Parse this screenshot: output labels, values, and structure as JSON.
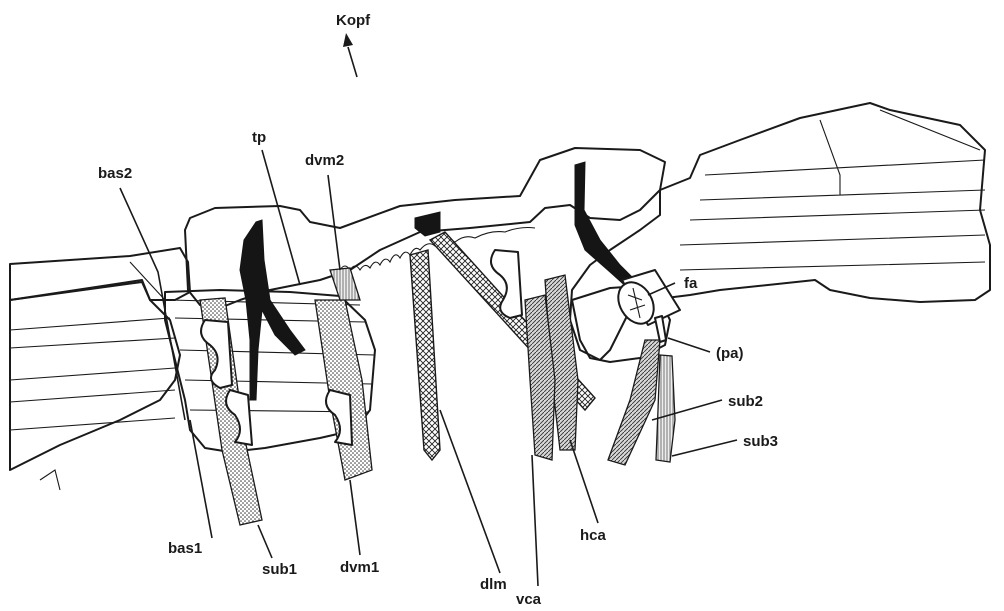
{
  "orientation": {
    "label": "Kopf"
  },
  "labels": {
    "bas2": "bas2",
    "tp": "tp",
    "dvm2": "dvm2",
    "fa": "fa",
    "pa": "(pa)",
    "sub2": "sub2",
    "sub3": "sub3",
    "bas1": "bas1",
    "sub1": "sub1",
    "dvm1": "dvm1",
    "dlm": "dlm",
    "hca": "hca",
    "vca": "vca"
  }
}
